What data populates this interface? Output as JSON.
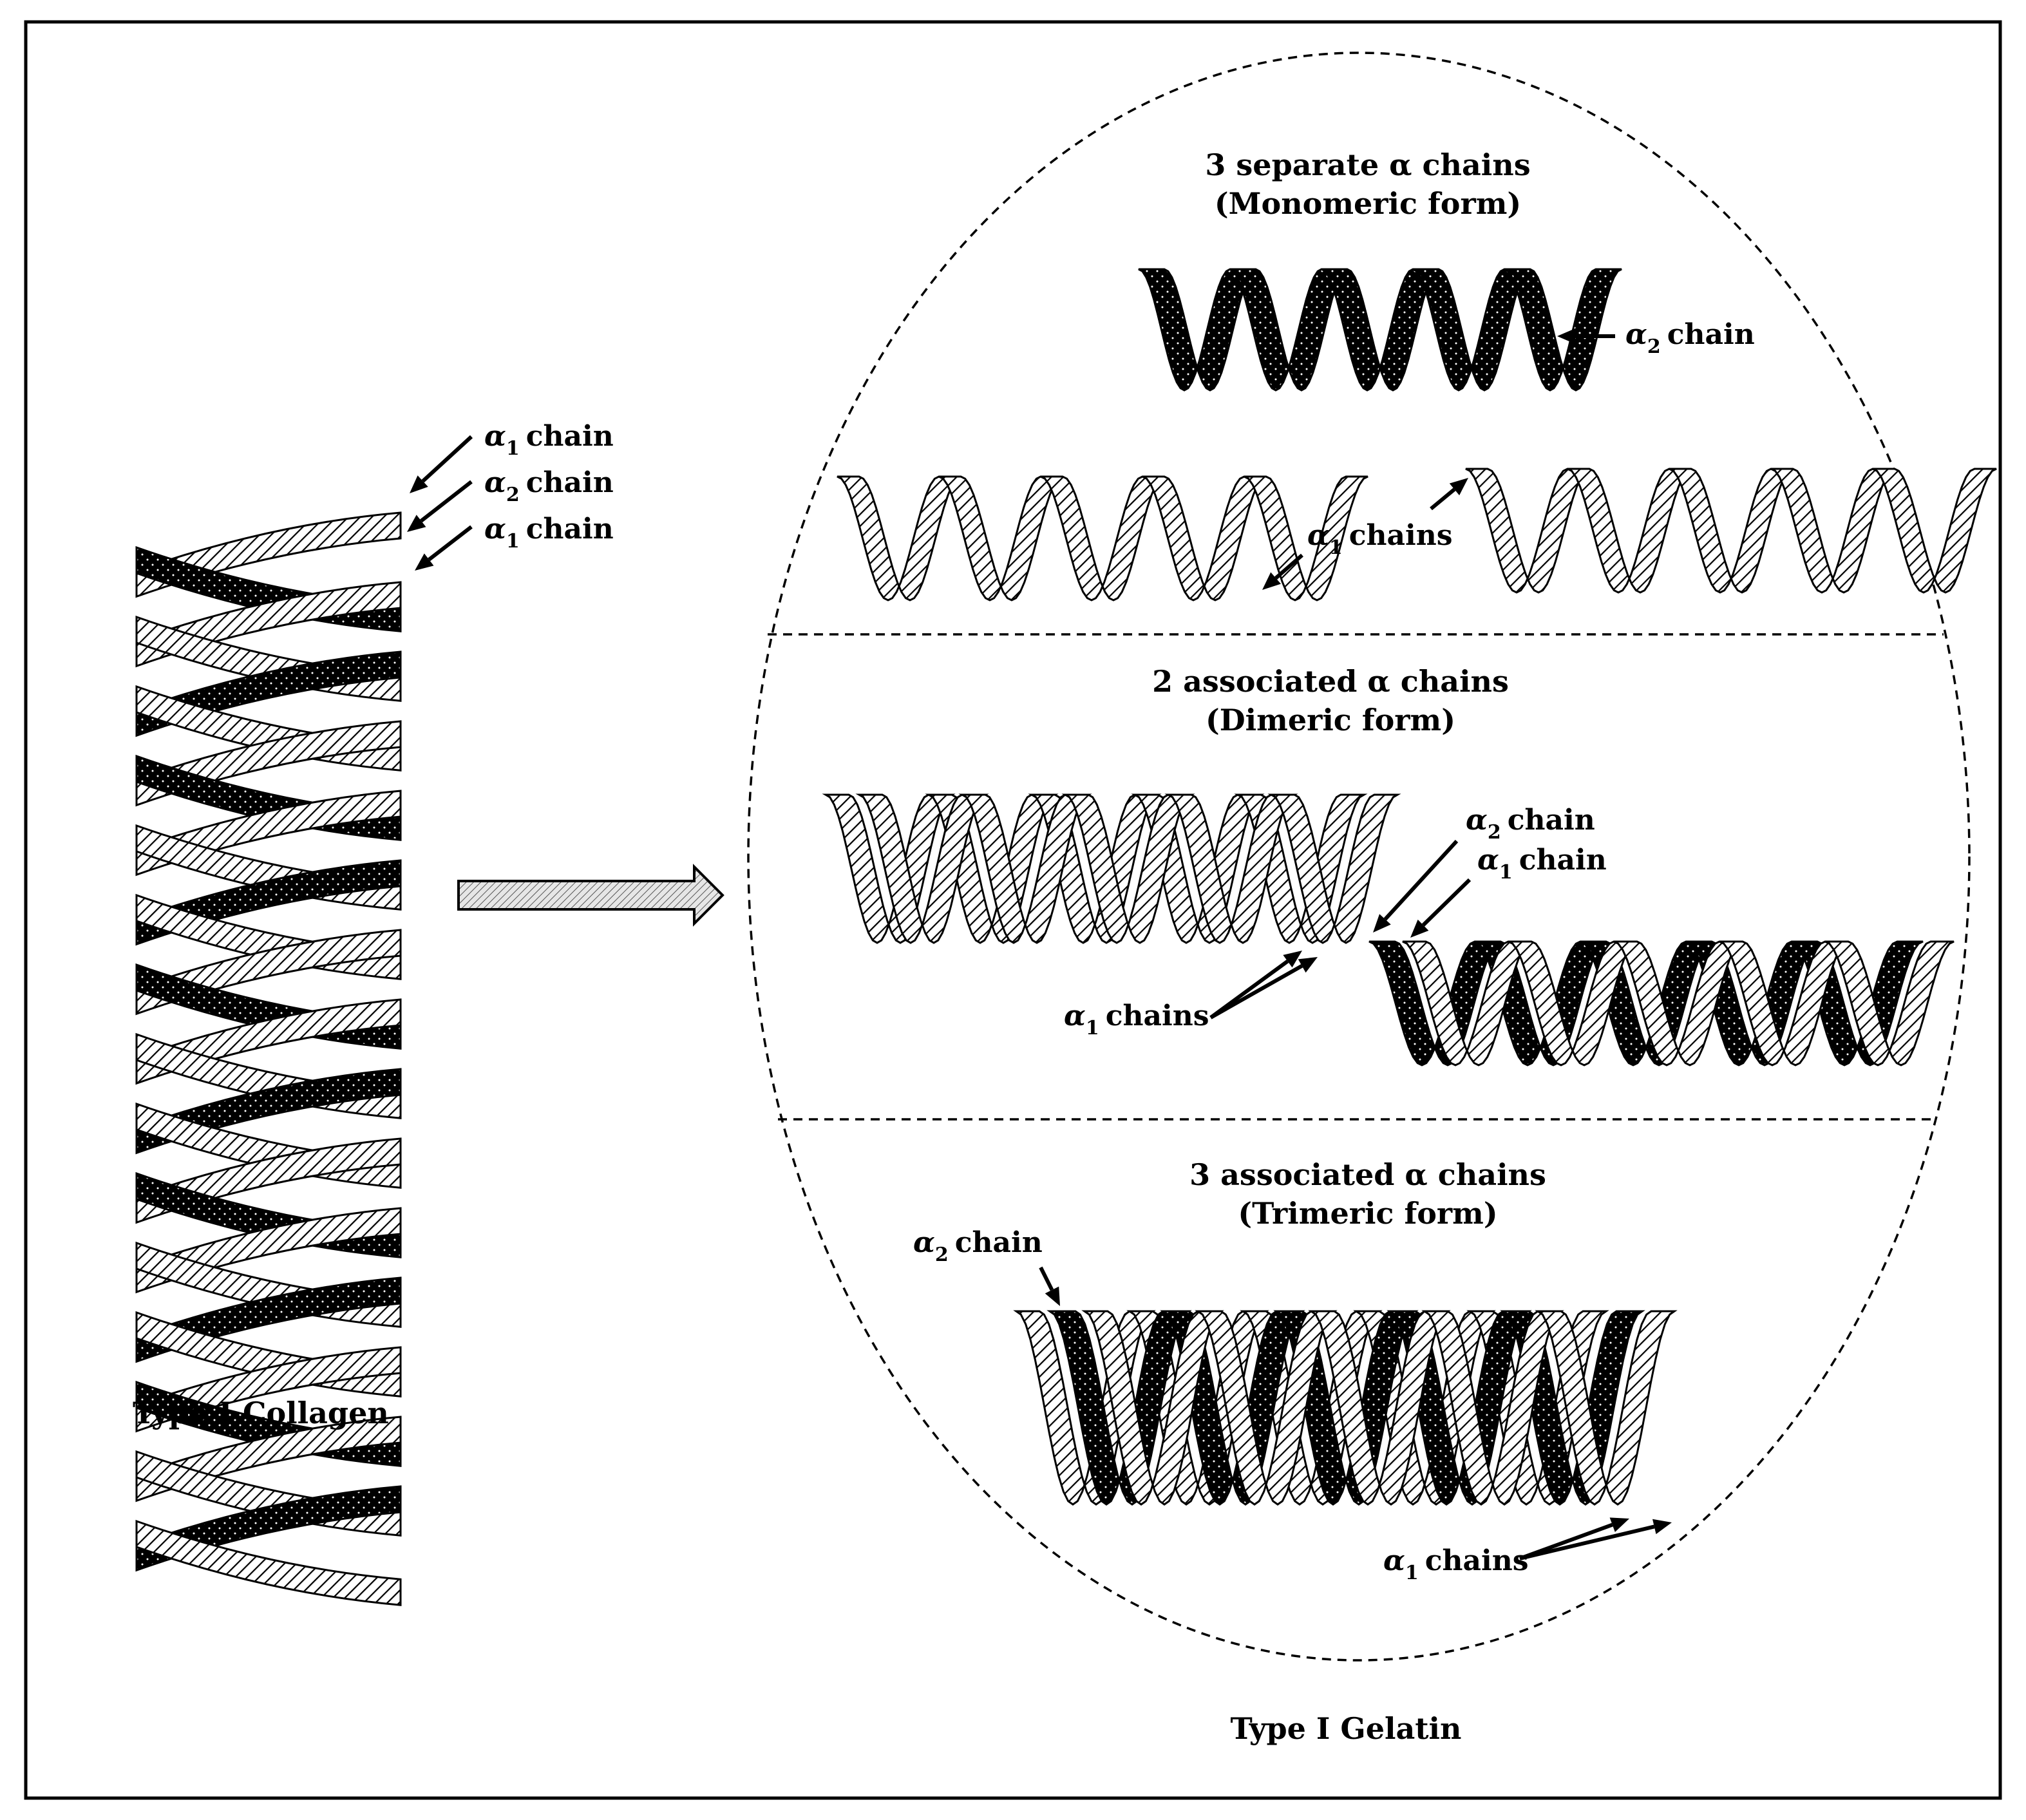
{
  "colors": {
    "ink": "#000000",
    "paper": "#ffffff",
    "arrow_fill": "#d6d6d6"
  },
  "collagen": {
    "caption": "Type I Collagen",
    "labels": [
      {
        "alpha": "α",
        "sub": "1",
        "rest": "chain"
      },
      {
        "alpha": "α",
        "sub": "2",
        "rest": "chain"
      },
      {
        "alpha": "α",
        "sub": "1",
        "rest": "chain"
      }
    ]
  },
  "gelatin": {
    "caption": "Type I Gelatin",
    "monomeric": {
      "title_line1": "3 separate α chains",
      "title_line2": "(Monomeric form)",
      "a2_label": {
        "alpha": "α",
        "sub": "2",
        "rest": "chain"
      },
      "a1_label": {
        "alpha": "α",
        "sub": "1",
        "rest": "chains"
      }
    },
    "dimeric": {
      "title_line1": "2 associated α chains",
      "title_line2": "(Dimeric form)",
      "a2_label": {
        "alpha": "α",
        "sub": "2",
        "rest": "chain"
      },
      "a1_label": {
        "alpha": "α",
        "sub": "1",
        "rest": "chain"
      },
      "a1_chains_label": {
        "alpha": "α",
        "sub": "1",
        "rest": "chains"
      }
    },
    "trimeric": {
      "title_line1": "3 associated α chains",
      "title_line2": "(Trimeric form)",
      "a2_label": {
        "alpha": "α",
        "sub": "2",
        "rest": "chain"
      },
      "a1_chains_label": {
        "alpha": "α",
        "sub": "1",
        "rest": "chains"
      }
    }
  }
}
